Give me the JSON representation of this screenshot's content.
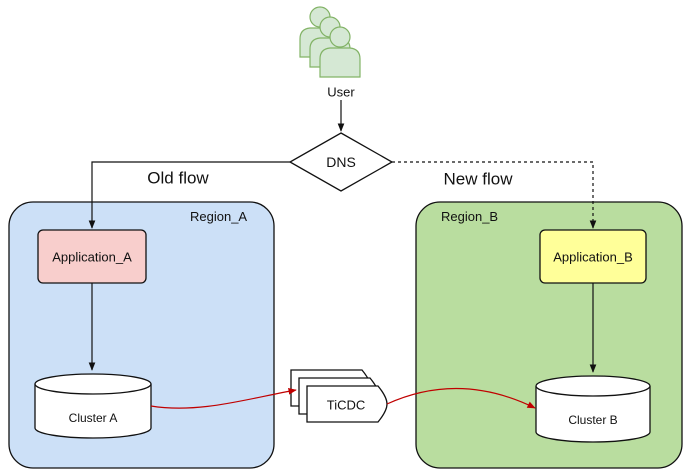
{
  "user": {
    "label": "User"
  },
  "dns": {
    "label": "DNS"
  },
  "flows": {
    "old": "Old flow",
    "new": "New flow"
  },
  "region_a": {
    "label": "Region_A",
    "fill": "#cce0f7",
    "application": {
      "label": "Application_A",
      "fill": "#f8cecc"
    },
    "cluster": {
      "label": "Cluster A"
    }
  },
  "region_b": {
    "label": "Region_B",
    "fill": "#b9dd9f",
    "application": {
      "label": "Application_B",
      "fill": "#ffff99"
    },
    "cluster": {
      "label": "Cluster B"
    }
  },
  "ticdc": {
    "label": "TiCDC"
  },
  "colors": {
    "user_fill": "#d5e8d4",
    "user_stroke": "#82b366",
    "replication_arrow": "#c00000",
    "stroke": "#111111"
  }
}
